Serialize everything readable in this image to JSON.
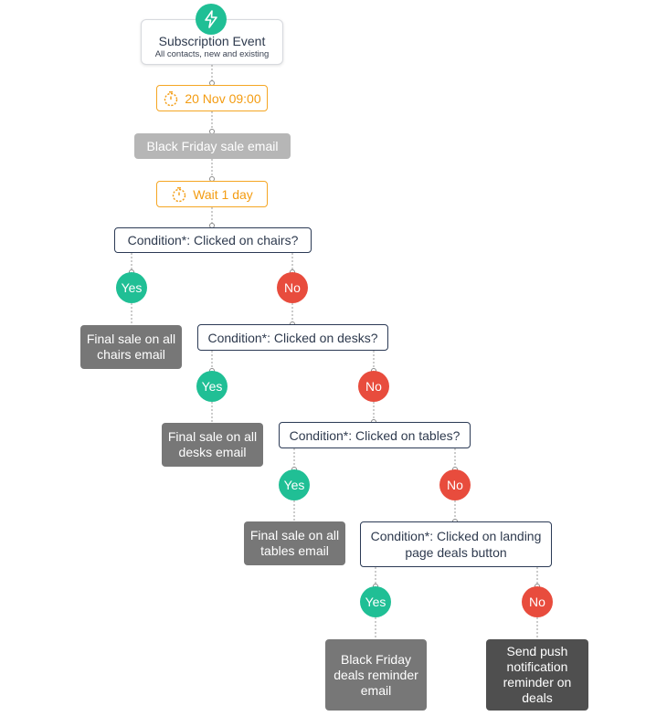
{
  "trigger": {
    "title": "Subscription Event",
    "subtitle": "All contacts, new and existing",
    "icon": "lightning-icon"
  },
  "schedule": {
    "label": "20 Nov 09:00",
    "icon": "stopwatch-icon"
  },
  "initial_email": {
    "label": "Black Friday sale email"
  },
  "wait": {
    "label": "Wait 1 day",
    "icon": "stopwatch-icon"
  },
  "conditions": [
    {
      "label": "Condition*: Clicked on chairs?"
    },
    {
      "label": "Condition*: Clicked on desks?"
    },
    {
      "label": "Condition*: Clicked on tables?"
    },
    {
      "label": "Condition*: Clicked on landing page deals button"
    }
  ],
  "branches": {
    "yes_label": "Yes",
    "no_label": "No"
  },
  "actions": {
    "chairs_email": "Final sale on all chairs email",
    "desks_email": "Final sale on all desks email",
    "tables_email": "Final sale on all tables email",
    "deals_reminder_email": "Black Friday deals reminder email",
    "push_notification": "Send push notification reminder on deals"
  },
  "colors": {
    "yes": "#20bf95",
    "no": "#e84c3d",
    "timer": "#f39c12",
    "condition_border": "#2b3a55"
  }
}
